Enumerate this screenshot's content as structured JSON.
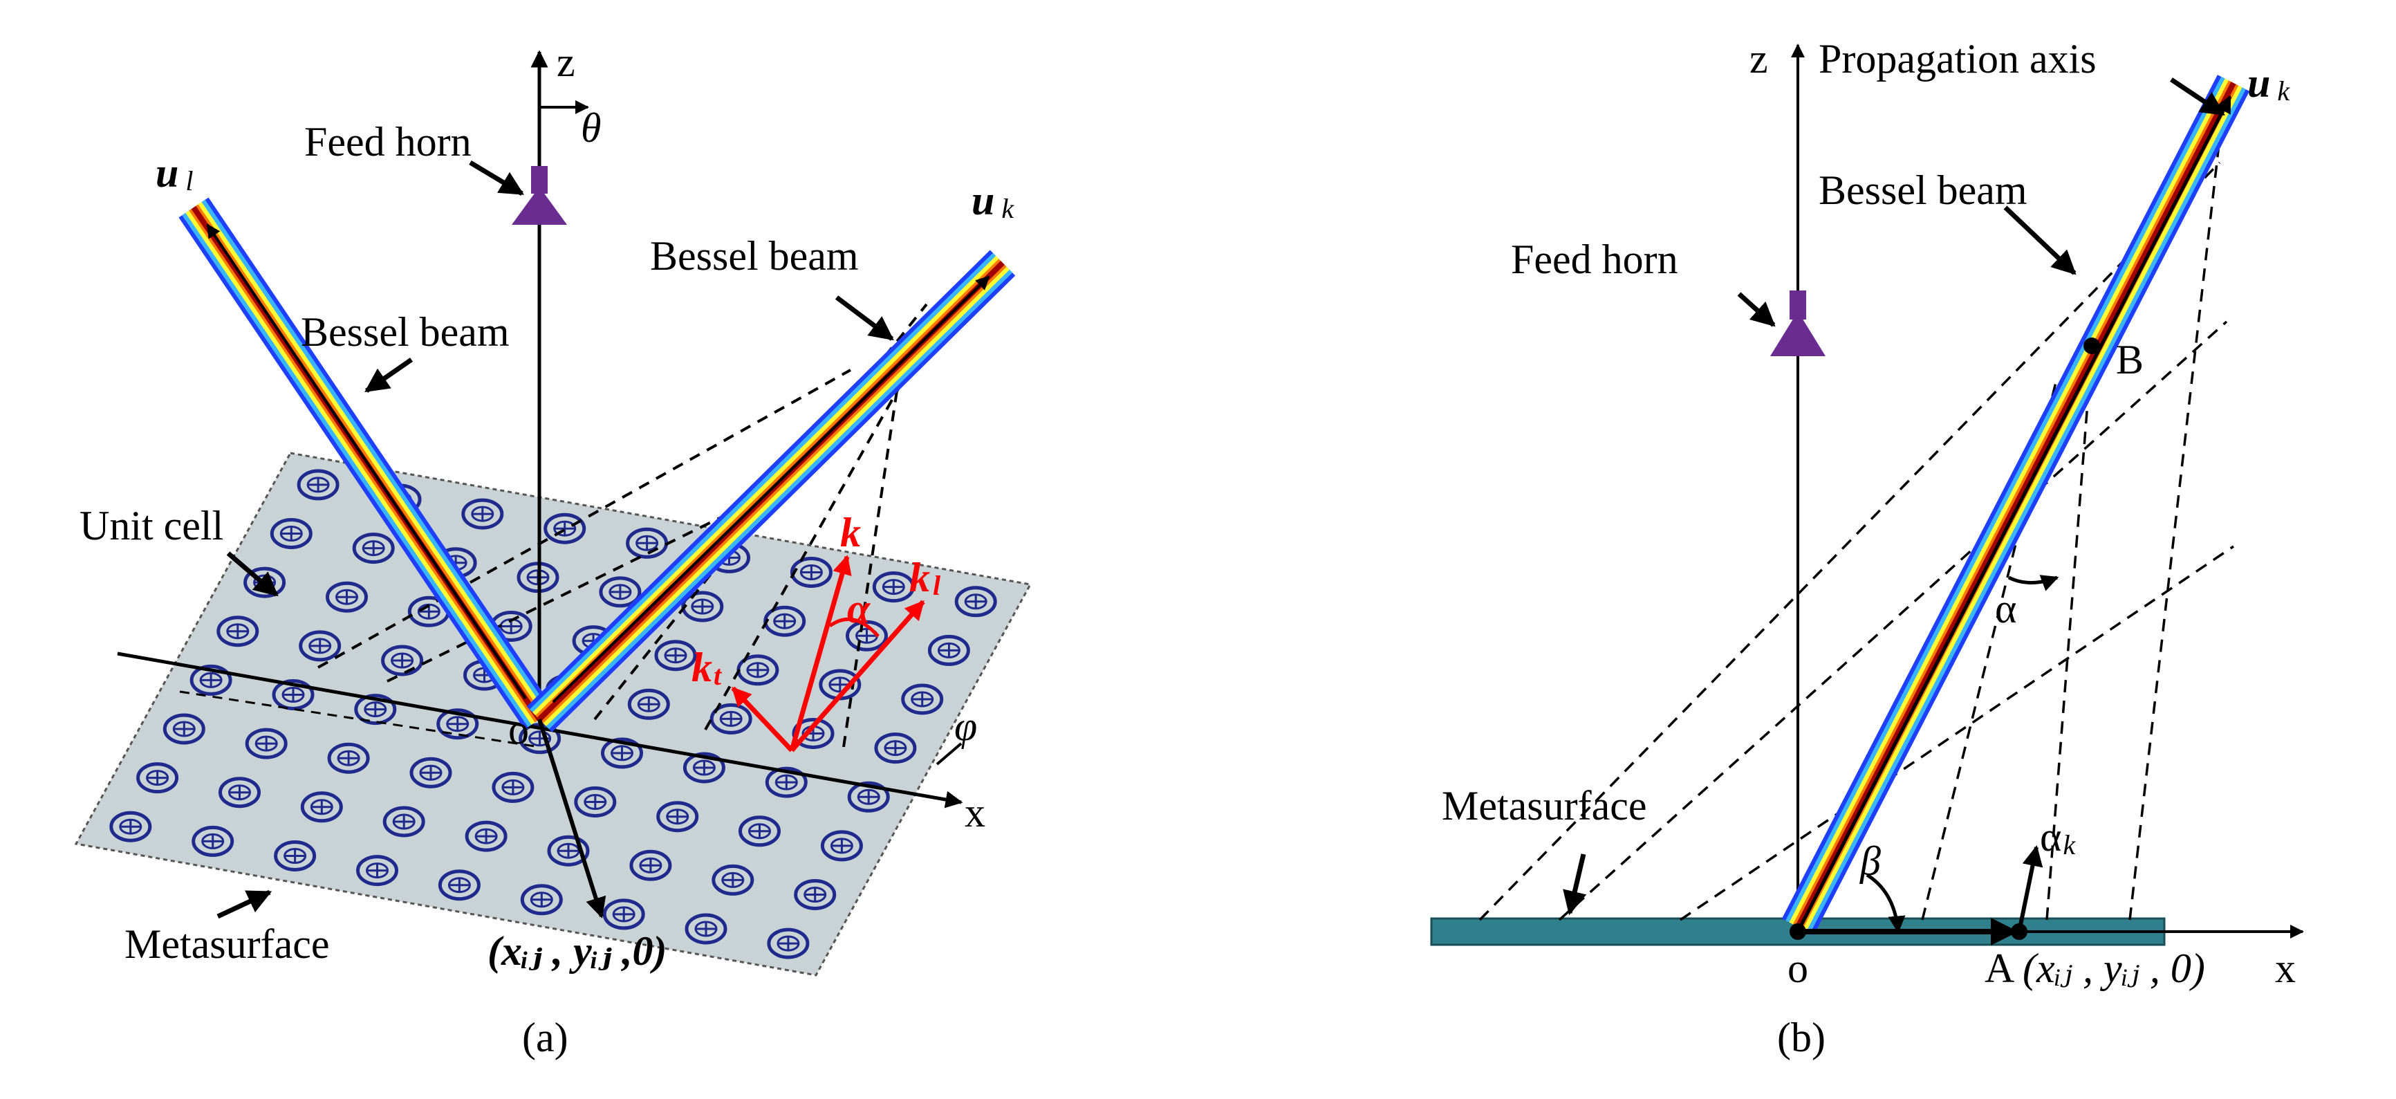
{
  "panel_a": {
    "caption": "(a)",
    "z": "z",
    "theta": "θ",
    "x": "x",
    "phi": "φ",
    "origin": "o",
    "feed_horn": "Feed horn",
    "bessel_left": "Bessel beam",
    "bessel_right": "Bessel beam",
    "unit_cell": "Unit cell",
    "metasurface": "Metasurface",
    "ul_base": "u",
    "ul_sub": "l",
    "uk_base": "u",
    "uk_sub": "k",
    "k": "k",
    "kl_base": "k",
    "kl_sub": "l",
    "kt_base": "k",
    "kt_sub": "t",
    "alpha": "α",
    "coord": "(xᵢⱼ , yᵢⱼ ,0)"
  },
  "panel_b": {
    "caption": "(b)",
    "z": "z",
    "x": "x",
    "origin": "o",
    "propagation_axis": "Propagation axis",
    "bessel": "Bessel beam",
    "feed_horn": "Feed horn",
    "metasurface": "Metasurface",
    "uk_base": "u",
    "uk_sub": "k",
    "B": "B",
    "alpha": "α",
    "beta": "β",
    "ak_base": "α",
    "ak_sub": "k",
    "A": "A",
    "coord": "(xᵢⱼ ,  yᵢⱼ ,  0)"
  },
  "colors": {
    "horn": "#6b2c91",
    "metasurface_a": "#c9d3d6",
    "unit_cell": "#1f2a8c",
    "metasurface_b": "#2f7f8c",
    "red_vector": "#ff0000",
    "beam_outer": "#1f3fff",
    "beam_core": "#a00000"
  }
}
